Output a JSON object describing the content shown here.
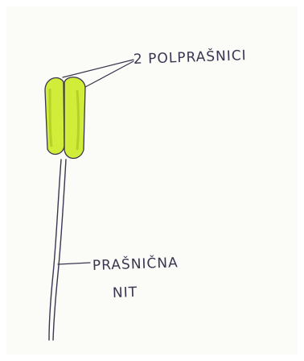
{
  "labels": {
    "anthers": "2 POLPRAŠNICI",
    "filament_line1": "PRAŠNIČNA",
    "filament_line2": "NIT"
  },
  "colors": {
    "anther_fill": "#d2ec3a",
    "anther_shade": "#a8c61e",
    "ink": "#3a3550"
  }
}
